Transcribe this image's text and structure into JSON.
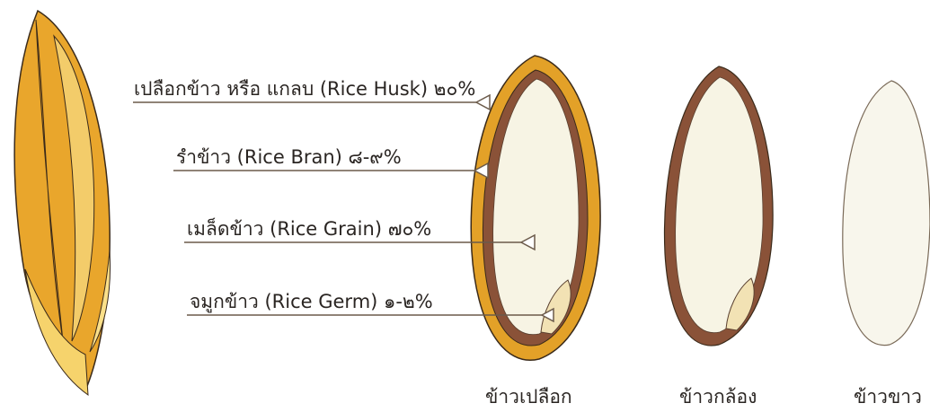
{
  "labels": {
    "husk": "เปลือกข้าว หรือ แกลบ (Rice Husk) ๒๐%",
    "bran": "รำข้าว (Rice Bran) ๘-๙%",
    "grain": "เมล็ดข้าว (Rice Grain) ๗๐%",
    "germ": "จมูกข้าว (Rice Germ) ๑-๒%"
  },
  "captions": {
    "paddy": "ข้าวเปลือก",
    "brown": "ข้าวกล้อง",
    "white": "ข้าวขาว"
  },
  "colors": {
    "husk": "#e3a128",
    "husk_light": "#f3cc6a",
    "bran": "#8a5238",
    "endosperm": "#f7f4e4",
    "germ": "#f2e2b4",
    "line": "#6b5a4a"
  }
}
